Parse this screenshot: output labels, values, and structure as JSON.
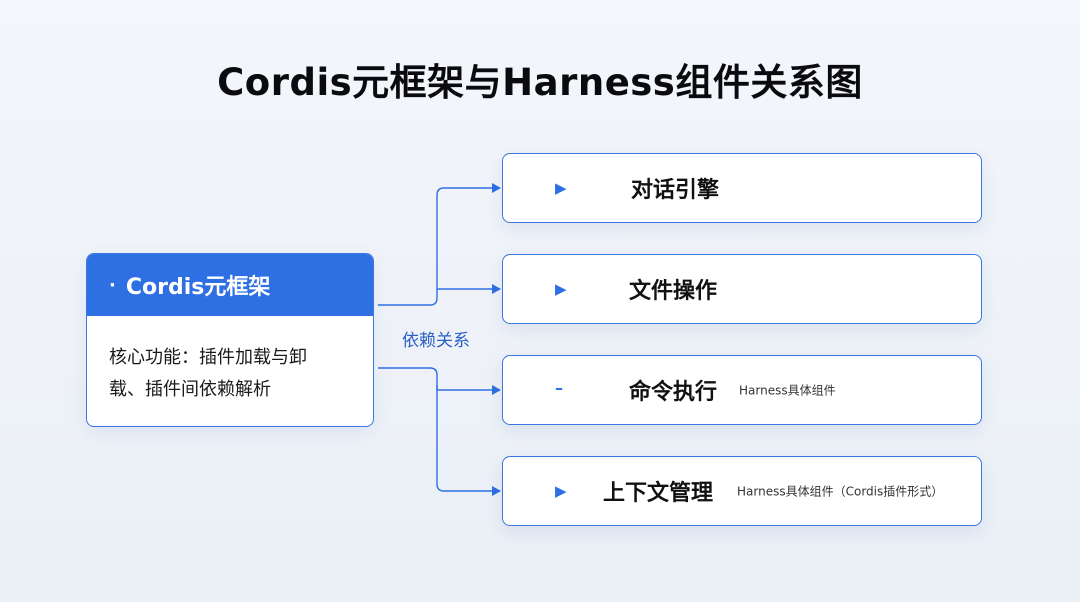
{
  "title": "Cordis元框架与Harness组件关系图",
  "source_node": {
    "bullet": "·",
    "title": "Cordis元框架",
    "body_line1": "核心功能：插件加载与卸",
    "body_line2": "载、插件间依赖解析"
  },
  "edge_label": "依赖关系",
  "target_nodes": [
    {
      "marker": "▶",
      "label": "对话引擎",
      "sublabel": ""
    },
    {
      "marker": "▶",
      "label": "文件操作",
      "sublabel": ""
    },
    {
      "marker": "–",
      "label": "命令执行",
      "sublabel": "Harness具体组件"
    },
    {
      "marker": "▶",
      "label": "上下文管理",
      "sublabel": "Harness具体组件（Cordis插件形式）"
    }
  ],
  "colors": {
    "accent": "#2f6fe4",
    "border": "#3b78e0",
    "connector": "#2f6fe4",
    "edge_label": "#2a5fc8"
  }
}
